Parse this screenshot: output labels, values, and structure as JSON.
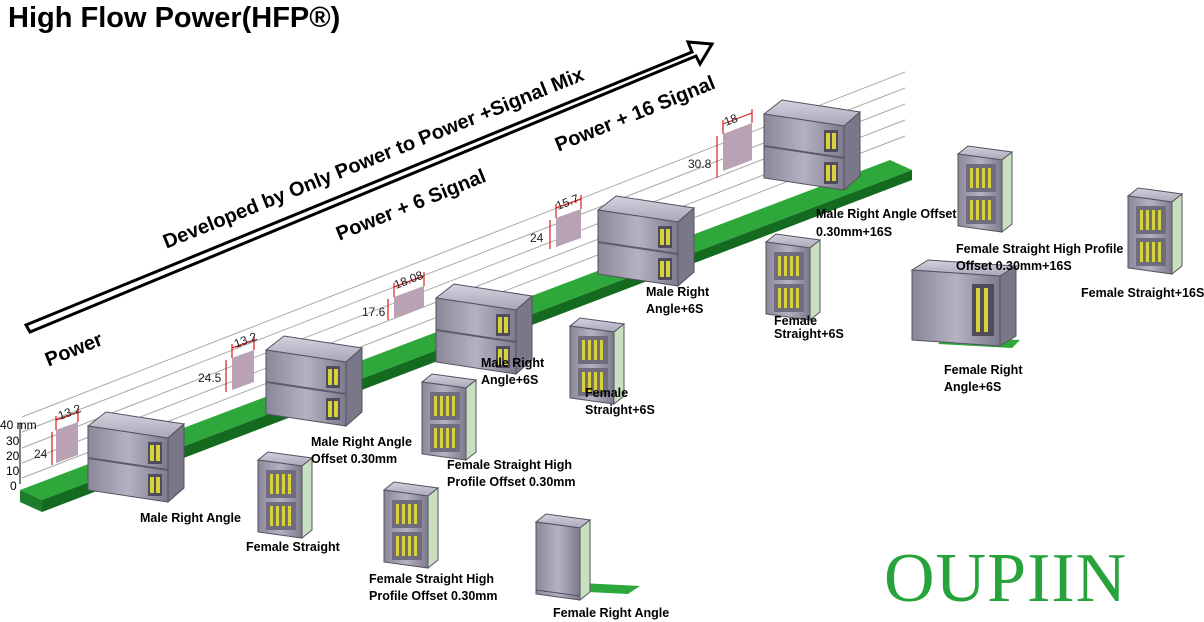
{
  "title": "High Flow Power(HFP®)",
  "arrow": {
    "main": "Developed by Only Power to Power +Signal Mix",
    "stage_power": "Power",
    "stage_6": "Power + 6 Signal",
    "stage_16": "Power + 16 Signal"
  },
  "scale": {
    "ticks": [
      "40 mm",
      "30",
      "20",
      "10",
      "0"
    ]
  },
  "dims": [
    {
      "width": "13.2",
      "height": "24"
    },
    {
      "width": "13.2",
      "height": "24.5"
    },
    {
      "width": "18.08",
      "height": "17.6"
    },
    {
      "width": "15.7",
      "height": "24"
    },
    {
      "width": "18",
      "height": "30.8"
    }
  ],
  "labels": {
    "male_ra": "Male  Right Angle",
    "female_straight": "Female Straight",
    "male_ra_offset_1": "Male Right Angle",
    "male_ra_offset_2": "Offset 0.30mm",
    "fshp_a_1": "Female Straight High",
    "fshp_a_2": "Profile Offset 0.30mm",
    "fshp_b_1": "Female Straight High",
    "fshp_b_2": "Profile Offset 0.30mm",
    "male_ra6_a_1": "Male  Right",
    "male_ra6_a_2": "Angle+6S",
    "fs6_a_1": "Female",
    "fs6_a_2": "Straight+6S",
    "female_ra": "Female Right Angle",
    "male_ra6_b_1": "Male  Right",
    "male_ra6_b_2": "Angle+6S",
    "fs6_b_1": "Female",
    "fs6_b_2": "Straight+6S",
    "male_ra16_1": "Male Right Angle Offset",
    "male_ra16_2": "0.30mm+16S",
    "fshp16_1": "Female Straight High Profile",
    "fshp16_2": "Offset 0.30mm+16S",
    "fra6_1": "Female Right",
    "fra6_2": "Angle+6S",
    "fs16": "Female Straight+16S"
  },
  "brand": "OUPIIN",
  "colors": {
    "pcb": "#1e8c2e",
    "pcb_dark": "#146b20",
    "housing": "#9b98a8",
    "housing_light": "#c4c2cf",
    "housing_dark": "#6f6c7d",
    "contact": "#d8d23a",
    "dim_box": "#b8a2b4",
    "dim_line": "#d81e1e",
    "brand": "#26a33b"
  },
  "icons": [
    "connector-male-right-angle-icon",
    "connector-female-straight-icon",
    "dimension-box-icon",
    "progress-arrow-icon"
  ]
}
